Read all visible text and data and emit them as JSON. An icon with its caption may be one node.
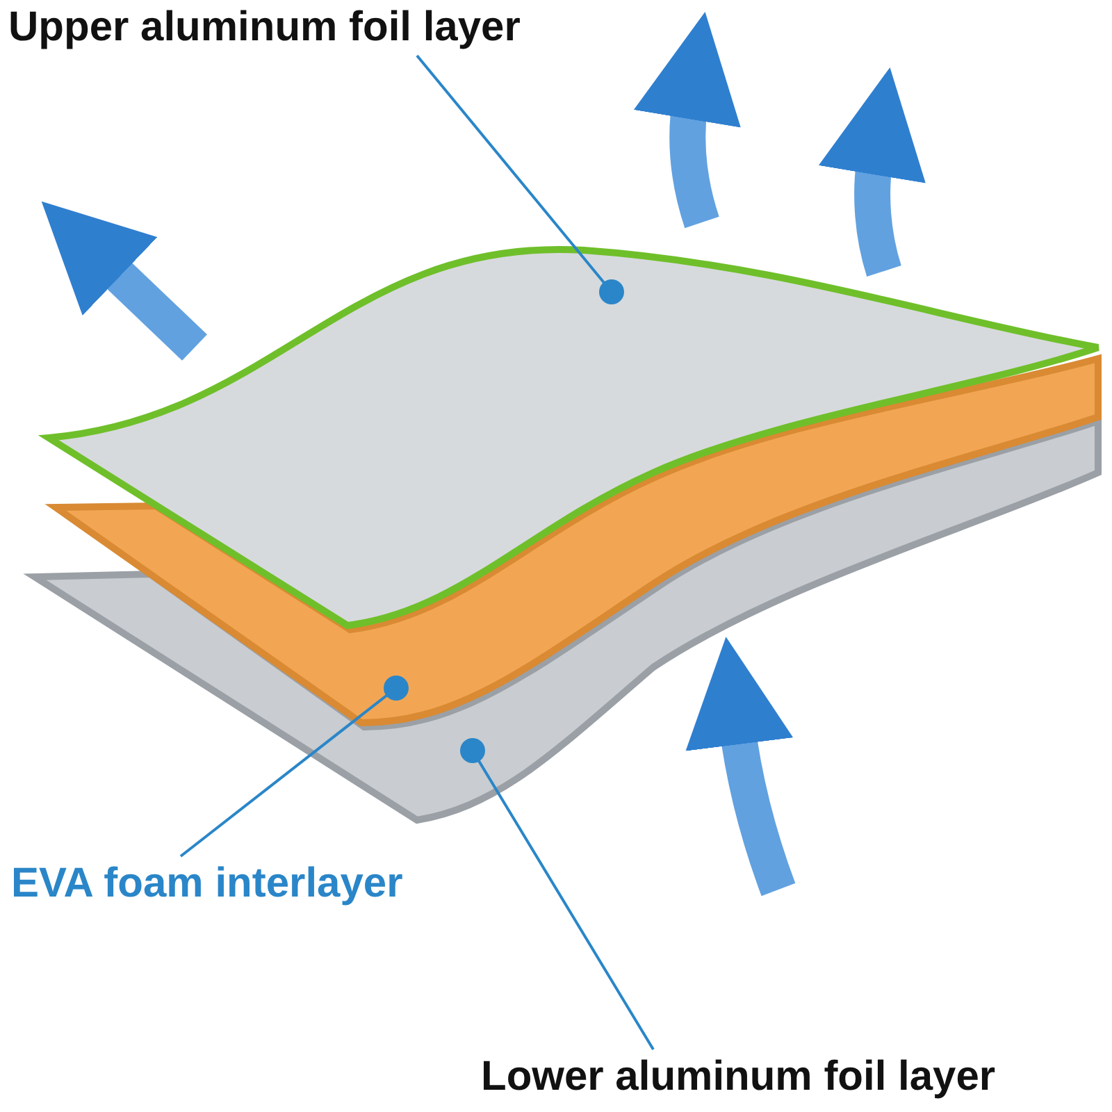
{
  "diagram": {
    "nodes": [
      {
        "text": [
          "Upper aluminum foil layer"
        ]
      },
      {
        "text": [],
        "shape": "picture"
      },
      {
        "text": [
          "EVA foam interlayer"
        ]
      },
      {
        "text": [],
        "shape": "picture"
      },
      {
        "text": [
          "Lower aluminum foil layer"
        ]
      },
      {
        "text": [],
        "shape": "picture"
      }
    ],
    "edges": [
      {
        "from": 0,
        "to": 1,
        "arrow": "other"
      },
      {
        "from": 2,
        "to": 3,
        "arrow": "other"
      },
      {
        "from": 4,
        "to": 5,
        "arrow": "other"
      }
    ]
  }
}
